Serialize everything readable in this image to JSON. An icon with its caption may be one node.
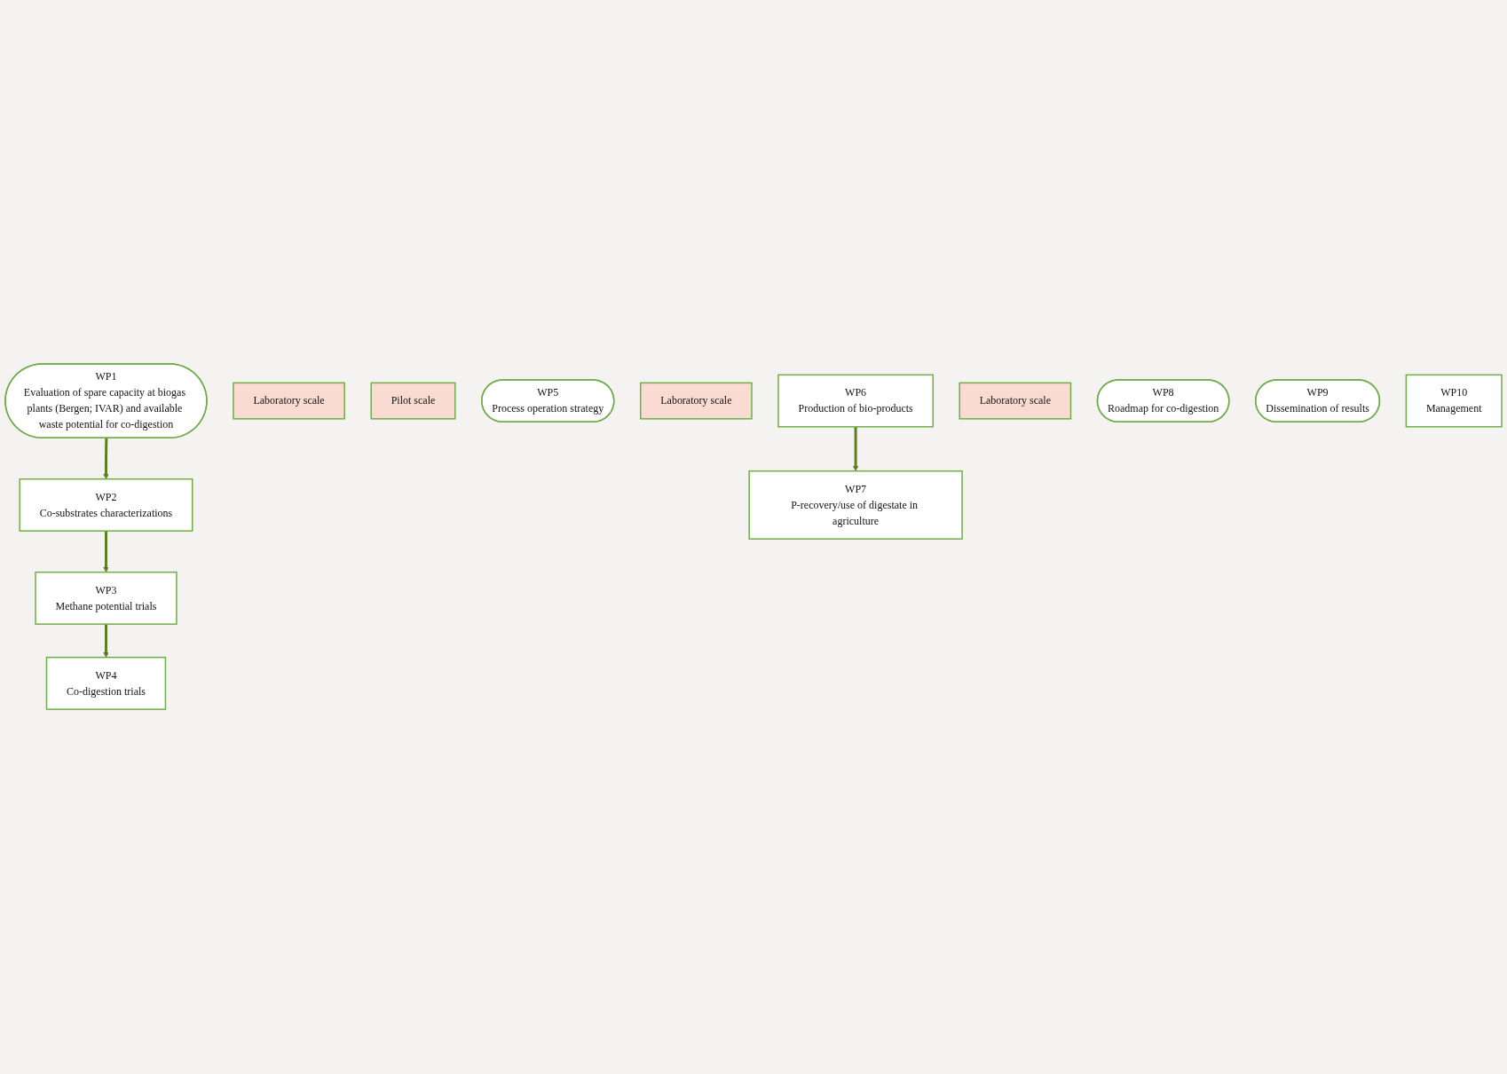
{
  "diagram": {
    "nodes": [
      {
        "text": [
          "WP1",
          "Evaluation of spare capacity at biogas plants (Bergen; IVAR) and available waste potential for co-digestion"
        ]
      },
      {
        "text": [
          "WP2",
          "Co-substrates characterizations"
        ]
      },
      {
        "text": [
          "Laboratory scale"
        ]
      },
      {
        "text": [
          "WP3",
          "Methane potential trials"
        ]
      },
      {
        "text": [
          "Pilot scale"
        ]
      },
      {
        "text": [
          "WP4",
          "Co-digestion trials"
        ]
      },
      {
        "text": [
          "WP5",
          "Process operation strategy"
        ]
      },
      {
        "text": [
          "Laboratory scale"
        ]
      },
      {
        "text": [
          "WP6",
          "Production of bio-products"
        ]
      },
      {
        "text": [
          "Laboratory scale"
        ]
      },
      {
        "text": [
          "WP7",
          "P-recovery/use of digestate in agriculture"
        ]
      },
      {
        "text": [
          "WP8",
          "Roadmap for co-digestion"
        ]
      },
      {
        "text": [
          "WP9",
          "Dissemination of results"
        ]
      },
      {
        "text": [
          "WP10",
          "Management"
        ]
      }
    ],
    "edges": [
      {
        "from": 0,
        "to": 1,
        "arrow": "to"
      },
      {
        "from": 1,
        "to": 3,
        "arrow": "to"
      },
      {
        "from": 3,
        "to": 5,
        "arrow": "to"
      },
      {
        "from": 8,
        "to": 10,
        "arrow": "to"
      }
    ]
  }
}
